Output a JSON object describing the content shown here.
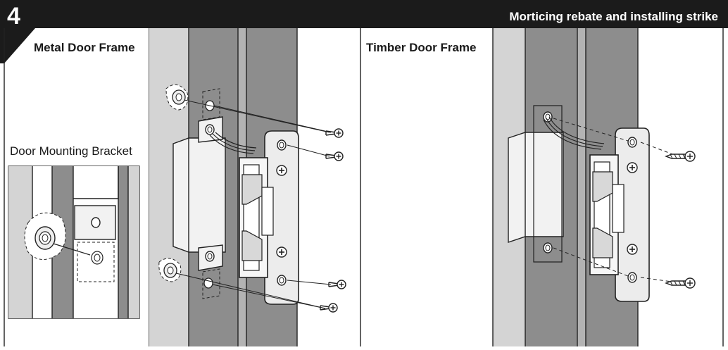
{
  "step": {
    "number": "4",
    "title": "Morticing rebate and installing strike"
  },
  "panels": {
    "metal": {
      "title": "Metal Door Frame"
    },
    "bracket": {
      "title": "Door Mounting Bracket"
    },
    "timber": {
      "title": "Timber Door Frame"
    }
  },
  "colors": {
    "header": "#1b1b1b",
    "frame_dark": "#8d8d8d",
    "frame_mid": "#b3b3b3",
    "frame_light": "#d4d4d4",
    "strike_face": "#ececec",
    "outline": "#222222"
  },
  "icons": [
    "screw-icon",
    "fixing-hole-icon",
    "electric-strike-icon",
    "mounting-bracket-icon"
  ]
}
